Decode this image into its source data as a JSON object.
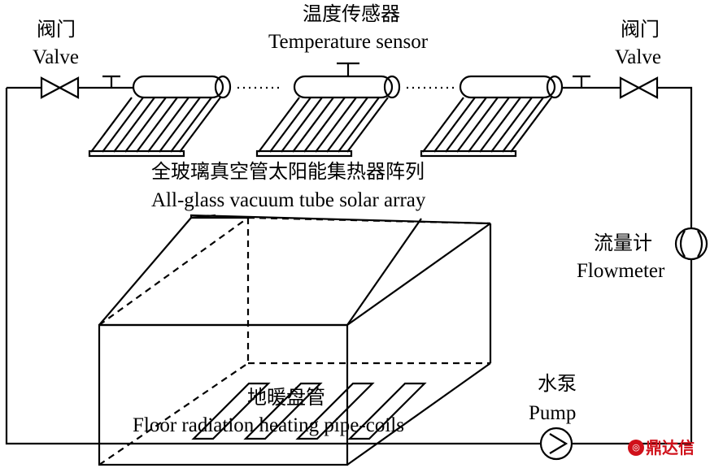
{
  "labels": {
    "valve_left_cn": "阀门",
    "valve_left_en": "Valve",
    "temp_sensor_cn": "温度传感器",
    "temp_sensor_en": "Temperature sensor",
    "valve_right_cn": "阀门",
    "valve_right_en": "Valve",
    "solar_array_cn": "全玻璃真空管太阳能集热器阵列",
    "solar_array_en": "All-glass vacuum tube solar array",
    "flowmeter_cn": "流量计",
    "flowmeter_en": "Flowmeter",
    "pump_cn": "水泵",
    "pump_en": "Pump",
    "floor_coils_cn": "地暖盘管",
    "floor_coils_en": "Floor radiation heating pipe-coils"
  },
  "watermark": {
    "text": "鼎达信",
    "color": "#d0101a"
  },
  "colors": {
    "line": "#000000",
    "background": "#ffffff"
  }
}
